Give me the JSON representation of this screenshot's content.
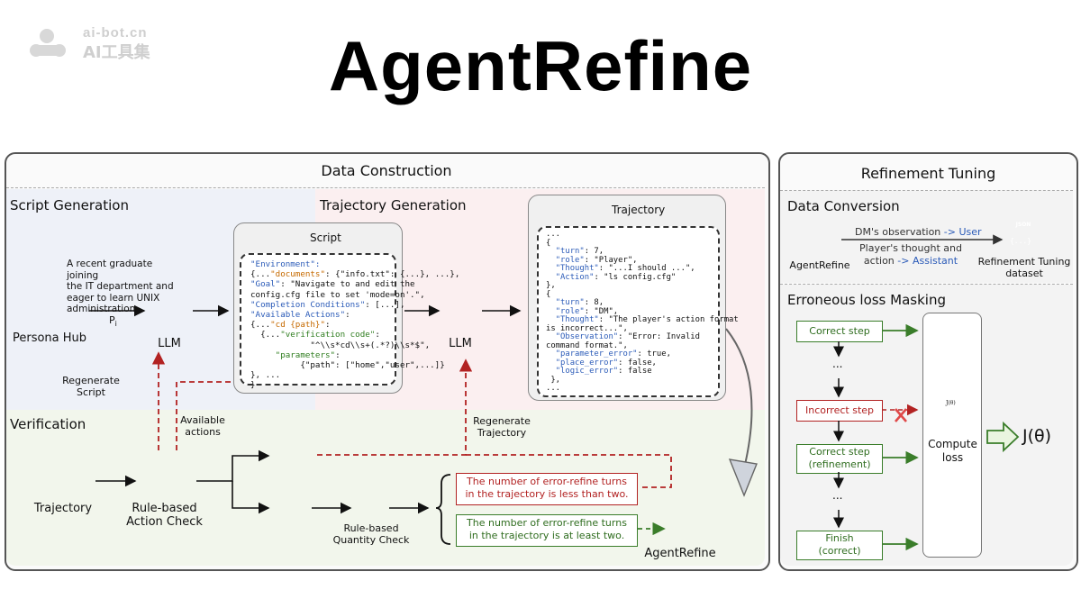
{
  "title": "AgentRefine",
  "watermark": {
    "url": "ai-bot.cn",
    "name": "AI工具集"
  },
  "data_construction": {
    "header": "Data Construction",
    "script_generation": {
      "label": "Script Generation",
      "persona_desc": [
        "A recent graduate joining",
        "the IT department and",
        "eager to learn UNIX",
        "administration"
      ],
      "persona_hub": "Persona Hub",
      "p_label": "P",
      "p_sub": "i",
      "llm": "LLM",
      "regenerate_script": [
        "Regenerate",
        "Script"
      ]
    },
    "script_box": {
      "title": "Script",
      "lines": [
        [
          [
            "\"Environment\":",
            "blue"
          ]
        ],
        [
          [
            "{...",
            ""
          ],
          [
            "\"documents\"",
            "orange"
          ],
          [
            ": {\"info.txt\": {...}, ...},",
            ""
          ]
        ],
        [
          [
            "\"Goal\"",
            "blue"
          ],
          [
            ": \"Navigate to and edit the",
            ""
          ]
        ],
        [
          [
            "config.cfg file to set 'mode=on'.\",",
            ""
          ]
        ],
        [
          [
            "\"Completion Conditions\"",
            "blue"
          ],
          [
            ": [...],",
            ""
          ]
        ],
        [
          [
            "\"Available Actions\"",
            "blue"
          ],
          [
            ":",
            ""
          ]
        ],
        [
          [
            "{...",
            ""
          ],
          [
            "\"cd {path}\"",
            "orange"
          ],
          [
            ":",
            ""
          ]
        ],
        [
          [
            "  {...",
            ""
          ],
          [
            "\"verification code\"",
            "green"
          ],
          [
            ":",
            ""
          ]
        ],
        [
          [
            "            \"^\\\\s*cd\\\\s+(.*?)\\\\s*$\",",
            ""
          ]
        ],
        [
          [
            "     ",
            ""
          ],
          [
            "\"parameters\"",
            "green"
          ],
          [
            ":",
            ""
          ]
        ],
        [
          [
            "          {\"path\": [\"home\",\"user\",...]}",
            ""
          ]
        ],
        [
          [
            "}, ...",
            ""
          ]
        ],
        [
          [
            "}",
            ""
          ]
        ]
      ]
    },
    "trajectory_generation": {
      "label": "Trajectory Generation",
      "llm": "LLM",
      "regenerate_trajectory": [
        "Regenerate",
        "Trajectory"
      ]
    },
    "trajectory_box": {
      "title": "Trajectory",
      "lines": [
        [
          [
            "...",
            ""
          ]
        ],
        [
          [
            "{",
            ""
          ]
        ],
        [
          [
            "  ",
            ""
          ],
          [
            "\"turn\"",
            "blue"
          ],
          [
            ": 7,",
            ""
          ]
        ],
        [
          [
            "  ",
            ""
          ],
          [
            "\"role\"",
            "blue"
          ],
          [
            ": \"Player\",",
            ""
          ]
        ],
        [
          [
            "  ",
            ""
          ],
          [
            "\"Thought\"",
            "blue"
          ],
          [
            ": \"...I should ...\",",
            ""
          ]
        ],
        [
          [
            "  ",
            ""
          ],
          [
            "\"Action\"",
            "blue"
          ],
          [
            ": \"ls config.cfg\"",
            ""
          ]
        ],
        [
          [
            "},",
            ""
          ]
        ],
        [
          [
            "{",
            ""
          ]
        ],
        [
          [
            "  ",
            ""
          ],
          [
            "\"turn\"",
            "blue"
          ],
          [
            ": 8,",
            ""
          ]
        ],
        [
          [
            "  ",
            ""
          ],
          [
            "\"role\"",
            "blue"
          ],
          [
            ": \"DM\",",
            ""
          ]
        ],
        [
          [
            "  ",
            ""
          ],
          [
            "\"Thought\"",
            "blue"
          ],
          [
            ": \"The player's action format",
            ""
          ]
        ],
        [
          [
            "is incorrect...\",",
            ""
          ]
        ],
        [
          [
            "  ",
            ""
          ],
          [
            "\"Observation\"",
            "blue"
          ],
          [
            ": \"Error: Invalid",
            ""
          ]
        ],
        [
          [
            "command format.\",",
            ""
          ]
        ],
        [
          [
            "  ",
            ""
          ],
          [
            "\"parameter_error\"",
            "blue"
          ],
          [
            ": true,",
            ""
          ]
        ],
        [
          [
            "  ",
            ""
          ],
          [
            "\"place_error\"",
            "blue"
          ],
          [
            ": false,",
            ""
          ]
        ],
        [
          [
            "  ",
            ""
          ],
          [
            "\"logic_error\"",
            "blue"
          ],
          [
            ": false",
            ""
          ]
        ],
        [
          [
            " },",
            ""
          ]
        ],
        [
          [
            "...",
            ""
          ]
        ]
      ]
    },
    "verification": {
      "label": "Verification",
      "available_actions": [
        "Available",
        "actions"
      ],
      "trajectory": "Trajectory",
      "rule_check": [
        "Rule-based",
        "Action Check"
      ],
      "quantity_check": [
        "Rule-based",
        "Quantity Check"
      ],
      "fail_text": [
        "The number of error-refine turns",
        "in the trajectory is less than two."
      ],
      "pass_text": [
        "The number of error-refine turns",
        "in the trajectory is at least two."
      ],
      "agentrefine": "AgentRefine"
    }
  },
  "refinement_tuning": {
    "header": "Refinement Tuning",
    "data_conversion": {
      "label": "Data Conversion",
      "agentrefine": "AgentRefine",
      "dm_obs": "DM's observation ",
      "to_user": "-> User",
      "player_line1": "Player's thought and",
      "player_line2": "action ",
      "to_assistant": "-> Assistant",
      "json_badge": "JSON",
      "json_braces": "{...}",
      "dataset": [
        "Refinement Tuning",
        "dataset"
      ]
    },
    "masking": {
      "label": "Erroneous loss Masking",
      "correct_step": "Correct step",
      "ellipsis": "...",
      "incorrect_step": "Incorrect step",
      "correct_refine": [
        "Correct step",
        "(refinement)"
      ],
      "finish": [
        "Finish",
        "(correct)"
      ],
      "compute_loss": [
        "Compute",
        "loss"
      ],
      "j_theta": "J(θ)",
      "mini_j": "J(θ)"
    }
  },
  "colors": {
    "script_bg": "#eef1f8",
    "traj_bg": "#fbeff0",
    "verif_bg": "#f2f6ec",
    "red_dash": "#b22222",
    "green": "#3a7d2a",
    "blue_text": "#2b5bb8"
  }
}
